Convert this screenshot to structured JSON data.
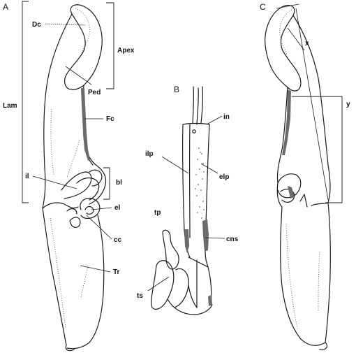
{
  "panels": {
    "a": "A",
    "b": "B",
    "c": "C"
  },
  "labels": {
    "dc": "Dc",
    "apex": "Apex",
    "ped": "Ped",
    "lam": "Lam",
    "fc": "Fc",
    "il": "il",
    "bl": "bl",
    "el": "el",
    "cc": "cc",
    "tr": "Tr",
    "in": "in",
    "ilp": "ilp",
    "elp": "elp",
    "tp": "tp",
    "cns": "cns",
    "ts": "ts",
    "x": "x",
    "y": "y"
  }
}
